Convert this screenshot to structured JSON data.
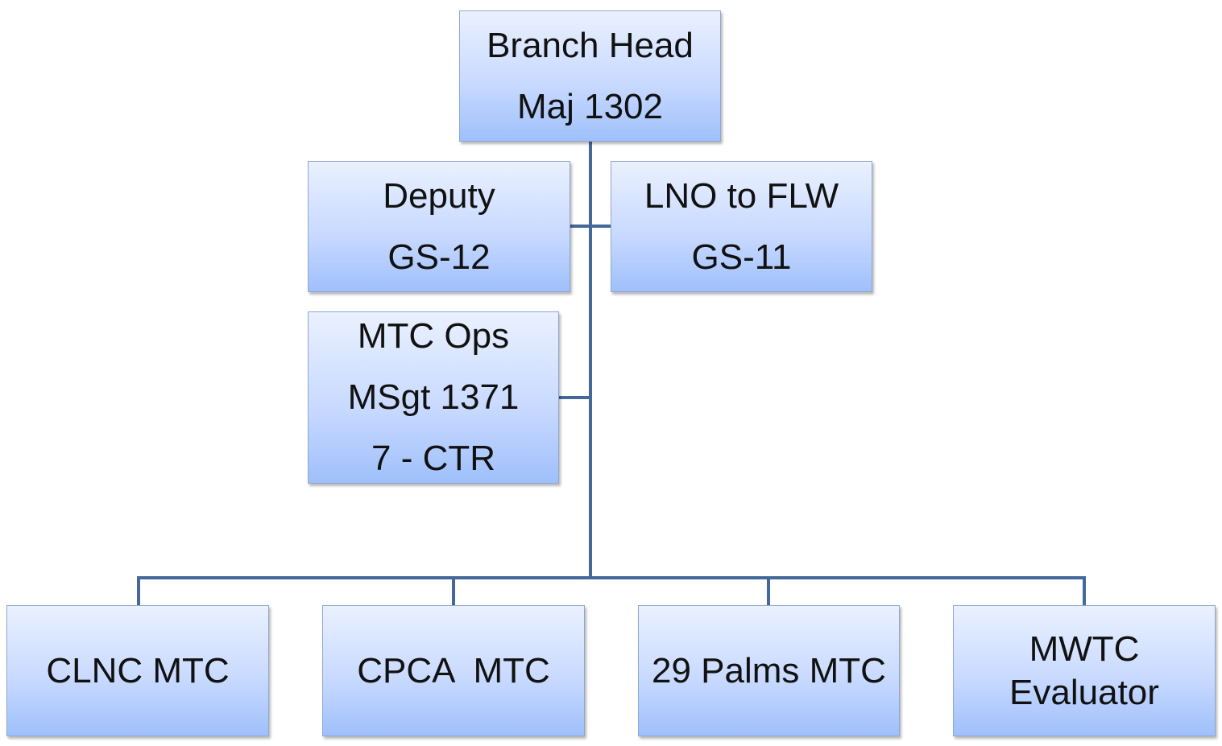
{
  "nodes": {
    "branch_head": {
      "title": "Branch Head",
      "grade": "Maj 1302"
    },
    "deputy": {
      "title": "Deputy",
      "grade": "GS-12"
    },
    "lno": {
      "title": "LNO to FLW",
      "grade": "GS-11"
    },
    "mtc_ops": {
      "title": "MTC Ops",
      "grade": "MSgt 1371",
      "staff": "7 - CTR"
    },
    "clnc": {
      "title": "CLNC MTC"
    },
    "cpca": {
      "title": "CPCA  MTC"
    },
    "palms": {
      "title": "29 Palms MTC"
    },
    "mwtc": {
      "line1": "MWTC",
      "line2": "Evaluator"
    }
  },
  "colors": {
    "connector": "#44689a",
    "box_top": "#eaf1ff",
    "box_bottom": "#9fc0fb",
    "box_border": "#8fa8cf",
    "text": "#111111"
  }
}
